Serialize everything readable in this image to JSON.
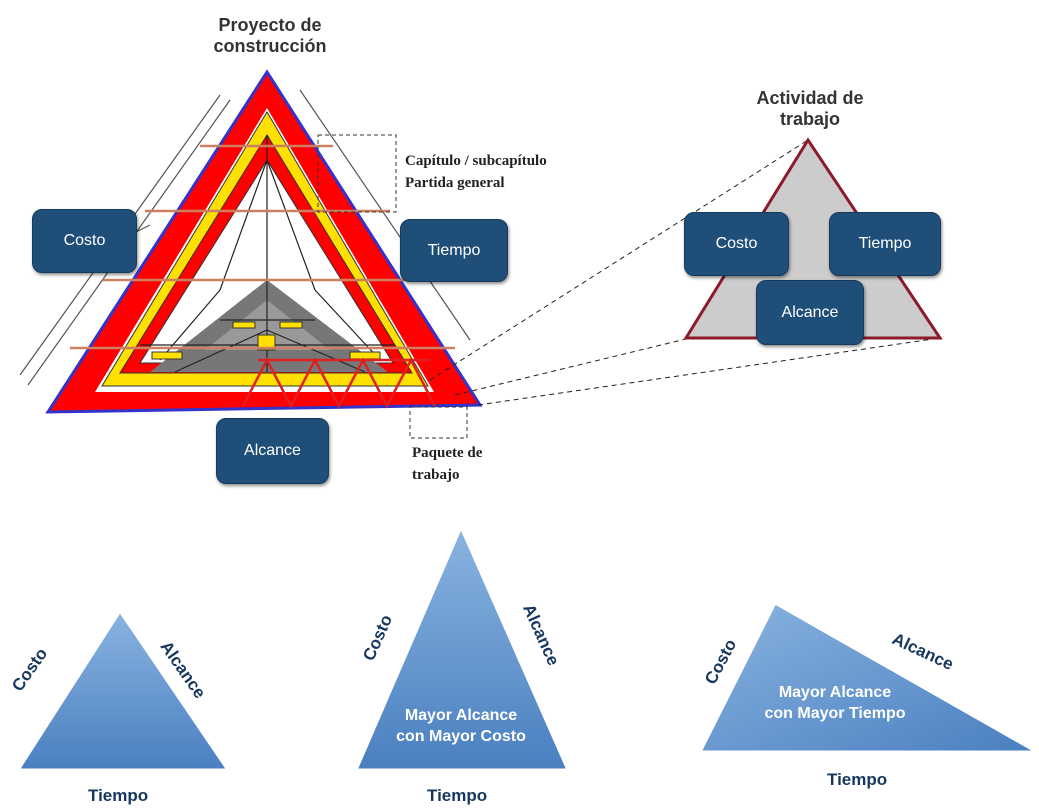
{
  "top_left": {
    "title": "Proyecto de\nconstrucción",
    "boxes": {
      "cost": "Costo",
      "time": "Tiempo",
      "scope": "Alcance"
    },
    "notes": {
      "chapter": "Capítulo / subcapítulo",
      "item": "Partida general",
      "package_line1": "Paquete de",
      "package_line2": "trabajo"
    }
  },
  "top_right": {
    "title": "Actividad de\ntrabajo",
    "boxes": {
      "cost": "Costo",
      "time": "Tiempo",
      "scope": "Alcance"
    }
  },
  "bottom": [
    {
      "left": "Costo",
      "right": "Alcance",
      "base": "Tiempo",
      "inner": ""
    },
    {
      "left": "Costo",
      "right": "Alcance",
      "base": "Tiempo",
      "inner": "Mayor Alcance\ncon Mayor Costo"
    },
    {
      "left": "Costo",
      "right": "Alcance",
      "base": "Tiempo",
      "inner": "Mayor Alcance\ncon Mayor Tiempo"
    }
  ],
  "colors": {
    "red": "#ff0000",
    "yellow": "#ffe000",
    "blue_outline": "#3333cc",
    "box_fill": "#1f4e79",
    "gray_triangle": "#cccccc",
    "gray_triangle_border": "#8b1a2b",
    "bottom_triangle_light": "#8ab4e0",
    "bottom_triangle_dark": "#4a7fc0",
    "label_text": "#17375e"
  }
}
